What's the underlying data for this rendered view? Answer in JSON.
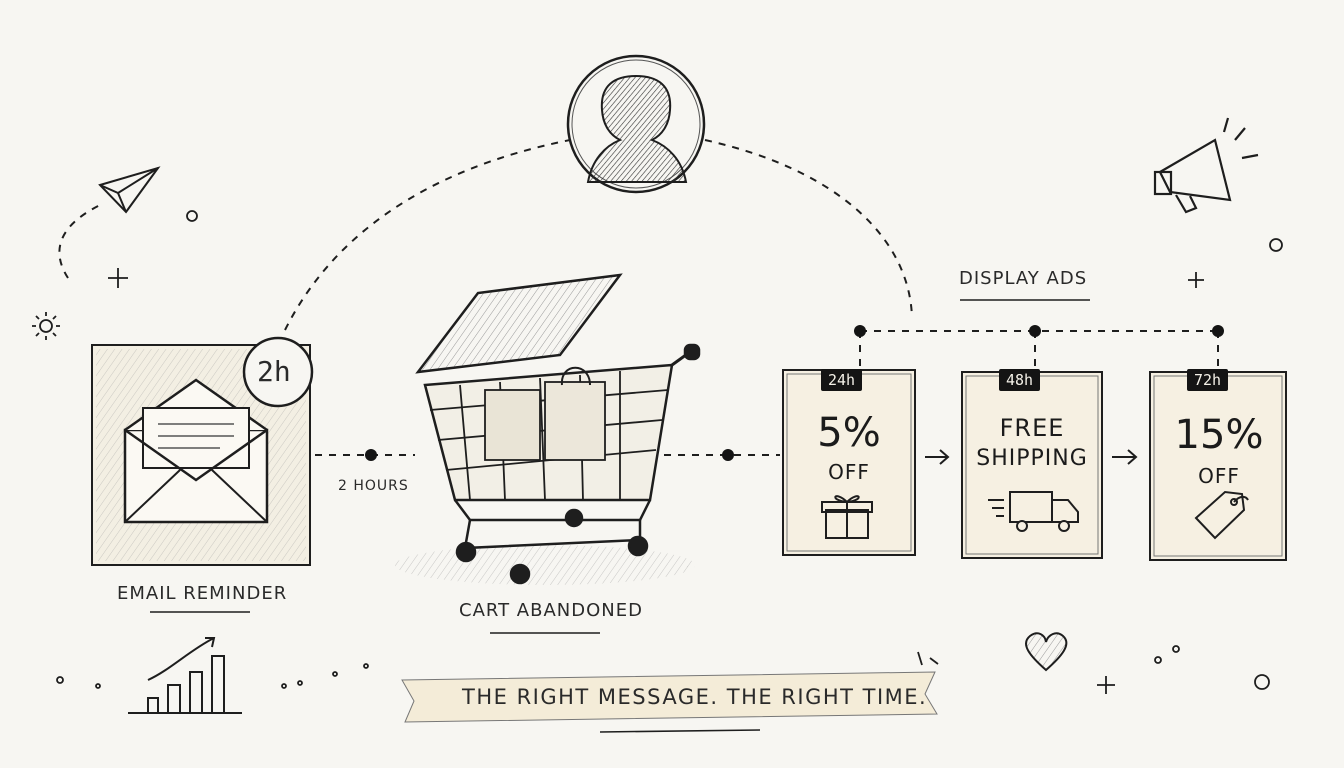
{
  "timer_badge": "2h",
  "connector_label": "2 HOURS",
  "email_label": "EMAIL REMINDER",
  "cart_label": "CART ABANDONED",
  "display_ads_label": "DISPLAY ADS",
  "ads": [
    {
      "time": "24h",
      "value": "5%",
      "detail": "OFF",
      "icon": "gift-icon"
    },
    {
      "time": "48h",
      "value": "FREE",
      "detail": "SHIPPING",
      "icon": "truck-icon"
    },
    {
      "time": "72h",
      "value": "15%",
      "detail": "OFF",
      "icon": "tag-icon"
    }
  ],
  "banner_text": "THE RIGHT MESSAGE. THE RIGHT TIME.",
  "colors": {
    "ink": "#1e1e1e",
    "paper": "#f7f6f2",
    "card_fill": "#f6f0e2",
    "badge": "#141414"
  }
}
